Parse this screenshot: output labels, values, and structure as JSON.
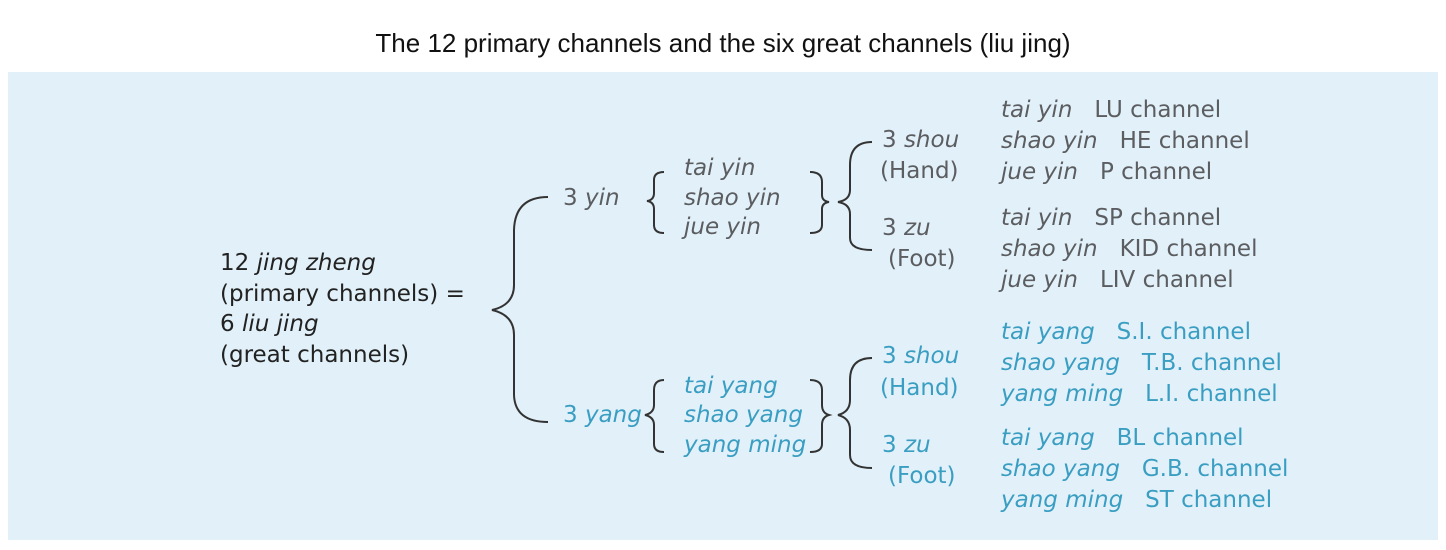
{
  "title": "The 12 primary channels and the six great channels (liu jing)",
  "left": {
    "line1_num": "12",
    "line1_it": "jing zheng",
    "line2": "(primary channels) =",
    "line3_num": "6",
    "line3_it": "liu jing",
    "line4": "(great channels)"
  },
  "yin": {
    "label_num": "3",
    "label_it": "yin",
    "sub": [
      "tai yin",
      "shao yin",
      "jue yin"
    ],
    "hand_num": "3",
    "hand_it": "shou",
    "hand": "(Hand)",
    "foot_num": "3",
    "foot_it": "zu",
    "foot": "(Foot)",
    "channels": [
      {
        "name": "tai yin",
        "channel": "LU channel"
      },
      {
        "name": "shao yin",
        "channel": "HE channel"
      },
      {
        "name": "jue yin",
        "channel": "P channel"
      },
      {
        "name": "tai yin",
        "channel": "SP channel"
      },
      {
        "name": "shao yin",
        "channel": "KID channel"
      },
      {
        "name": "jue yin",
        "channel": "LIV channel"
      }
    ]
  },
  "yang": {
    "label_num": "3",
    "label_it": "yang",
    "sub": [
      "tai yang",
      "shao yang",
      "yang ming"
    ],
    "hand_num": "3",
    "hand_it": "shou",
    "hand": "(Hand)",
    "foot_num": "3",
    "foot_it": "zu",
    "foot": "(Foot)",
    "channels": [
      {
        "name": "tai yang",
        "channel": "S.I. channel"
      },
      {
        "name": "shao yang",
        "channel": "T.B. channel"
      },
      {
        "name": "yang ming",
        "channel": "L.I. channel"
      },
      {
        "name": "tai yang",
        "channel": "BL channel"
      },
      {
        "name": "shao yang",
        "channel": "G.B. channel"
      },
      {
        "name": "yang ming",
        "channel": "ST channel"
      }
    ]
  },
  "colors": {
    "background": "#e2f1f9",
    "yin_text": "#5b5d60",
    "yang_text": "#3a9ec2"
  }
}
